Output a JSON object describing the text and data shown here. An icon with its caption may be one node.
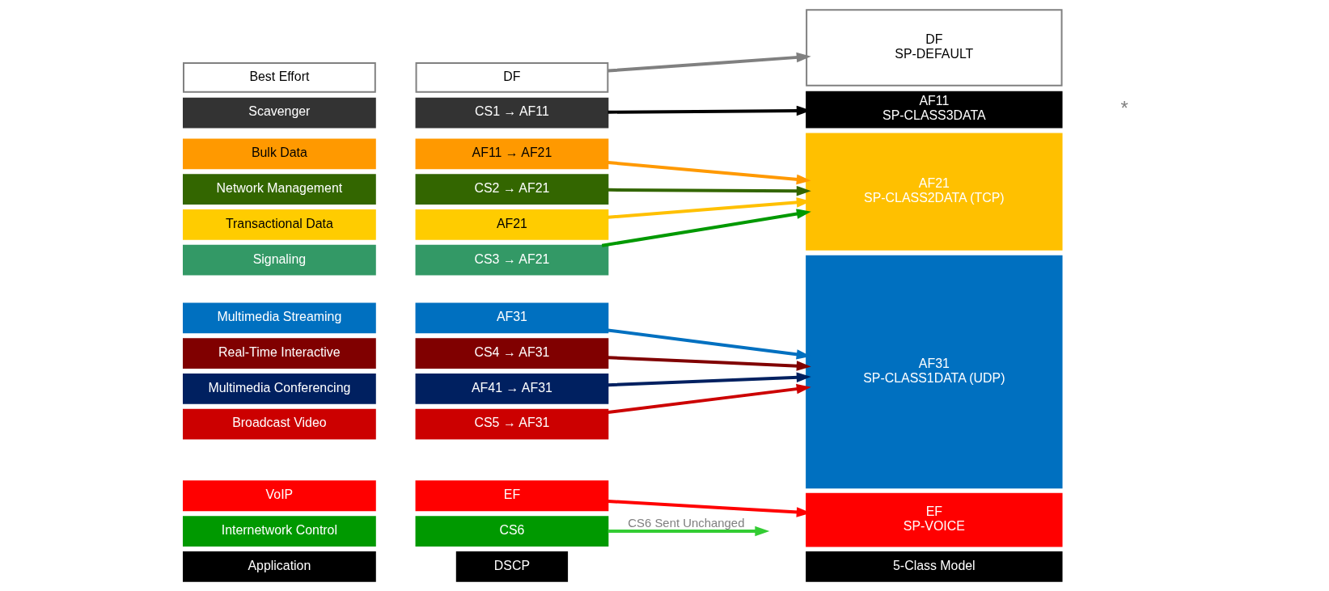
{
  "diagram": {
    "nodes": [
      {
        "text": [
          "Application"
        ]
      },
      {
        "text": [
          "DSCP"
        ]
      },
      {
        "text": [
          "5-Class Model"
        ]
      },
      {
        "text": [
          "Internetwork Control"
        ]
      },
      {
        "text": [
          "CS6"
        ]
      },
      {
        "text": [
          "VoIP"
        ]
      },
      {
        "text": [
          "EF"
        ]
      },
      {
        "text": [
          "Broadcast Video"
        ]
      },
      {
        "text": [
          "CS5 → AF31"
        ]
      },
      {
        "text": [
          "Multimedia Conferencing"
        ]
      },
      {
        "text": [
          "AF41 → AF31"
        ]
      },
      {
        "text": [
          "Real-Time Interactive"
        ]
      },
      {
        "text": [
          "CS4 → AF31"
        ]
      },
      {
        "text": [
          "Multimedia Streaming"
        ]
      },
      {
        "text": [
          "AF31"
        ]
      },
      {
        "text": [
          "Signaling"
        ]
      },
      {
        "text": [
          "CS3 → AF21"
        ]
      },
      {
        "text": [
          "Transactional Data"
        ]
      },
      {
        "text": [
          "AF21"
        ]
      },
      {
        "text": [
          "Network Management"
        ]
      },
      {
        "text": [
          "CS2 → AF21"
        ]
      },
      {
        "text": [
          "Bulk Data"
        ]
      },
      {
        "text": [
          "AF11 → AF21"
        ]
      },
      {
        "text": [
          "Scavenger"
        ]
      },
      {
        "text": [
          "CS1 → AF11"
        ]
      },
      {
        "text": [
          "Best Effort"
        ]
      },
      {
        "text": [
          "DF"
        ]
      },
      {
        "text": [
          "EF",
          "SP-VOICE"
        ]
      },
      {
        "text": [
          "AF31",
          "SP-CLASS1DATA (UDP)"
        ]
      },
      {
        "text": [
          "AF21",
          "SP-CLASS2DATA (TCP)"
        ]
      },
      {
        "text": [
          "AF11",
          "SP-CLASS3DATA"
        ]
      },
      {
        "text": [
          "DF",
          "SP-DEFAULT"
        ]
      }
    ],
    "edges": [
      {
        "from": 4,
        "to": null,
        "arrow": "to",
        "label": "CS6 Sent Unchanged",
        "color": "#33cc33"
      },
      {
        "from": 6,
        "to": 27,
        "arrow": "to",
        "color": "#ff0000"
      },
      {
        "from": 8,
        "to": 28,
        "arrow": "to",
        "color": "#cc0000"
      },
      {
        "from": 10,
        "to": 28,
        "arrow": "to",
        "color": "#002060"
      },
      {
        "from": 12,
        "to": 28,
        "arrow": "to",
        "color": "#800000"
      },
      {
        "from": 14,
        "to": 28,
        "arrow": "to",
        "color": "#0070c0"
      },
      {
        "from": 16,
        "to": 29,
        "arrow": "to",
        "color": "#009900"
      },
      {
        "from": 18,
        "to": 29,
        "arrow": "to",
        "color": "#ffc000"
      },
      {
        "from": 20,
        "to": 29,
        "arrow": "to",
        "color": "#336600"
      },
      {
        "from": 22,
        "to": 29,
        "arrow": "to",
        "color": "#ff9900"
      },
      {
        "from": 24,
        "to": 30,
        "arrow": "to",
        "color": "#000000"
      },
      {
        "from": 26,
        "to": 31,
        "arrow": "to",
        "color": "#808080"
      }
    ],
    "labels": [
      "*"
    ]
  }
}
